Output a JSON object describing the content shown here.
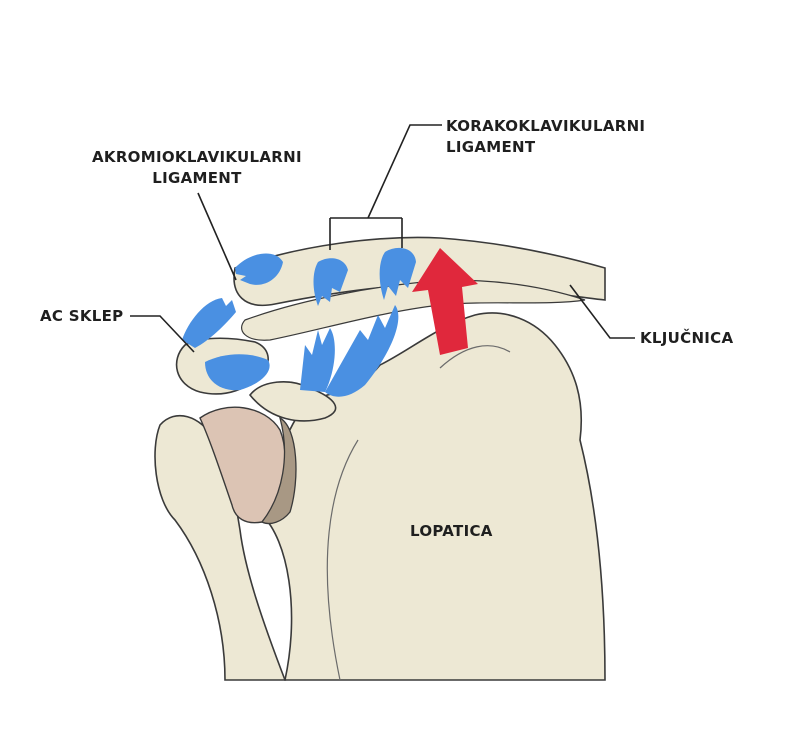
{
  "labels": {
    "acromioclavicular": {
      "line1": "AKROMIOKLAVIKULARNI",
      "line2": "LIGAMENT"
    },
    "coracoclavicular": {
      "line1": "KORAKOKLAVIKULARNI",
      "line2": "LIGAMENT"
    },
    "ac_joint": "AC SKLEP",
    "clavicle": "KLJUČNICA",
    "scapula": "LOPATICA"
  },
  "colors": {
    "bone": "#ede8d4",
    "bone_outline": "#3a3a3a",
    "cartilage": "#dcc4b4",
    "glenoid_rim": "#a89884",
    "ligament": "#4a90e2",
    "arrow": "#e0283c",
    "leader_line": "#222222"
  },
  "icons": {
    "force_arrow": "up-arrow-icon"
  }
}
